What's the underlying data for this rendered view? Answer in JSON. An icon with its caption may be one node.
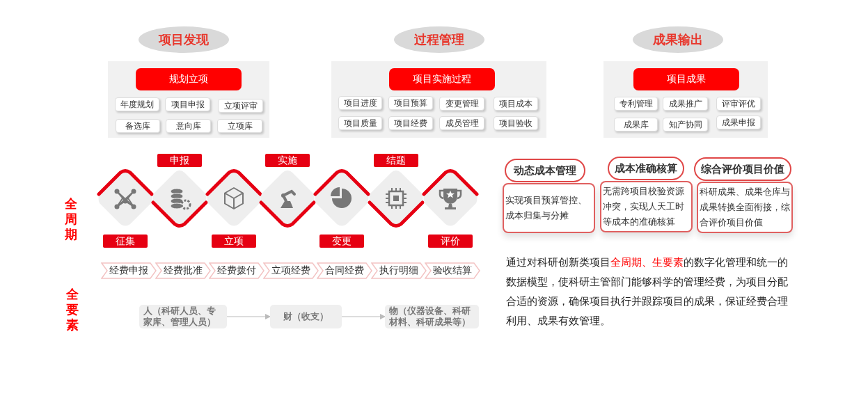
{
  "diagram": {
    "nodes": [
      {
        "text": [
          "项目发现"
        ]
      },
      {
        "text": [],
        "shape": "box"
      },
      {
        "text": [
          "规划立项"
        ],
        "in": 1
      },
      {
        "text": [
          "年度规划"
        ],
        "in": 1
      },
      {
        "text": [
          "项目申报"
        ],
        "in": 1
      },
      {
        "text": [
          "立项评审"
        ],
        "in": 1
      },
      {
        "text": [
          "备选库"
        ],
        "in": 1
      },
      {
        "text": [
          "意向库"
        ],
        "in": 1
      },
      {
        "text": [
          "立项库"
        ],
        "in": 1
      },
      {
        "text": [
          "过程管理"
        ]
      },
      {
        "text": [],
        "shape": "box"
      },
      {
        "text": [
          "项目实施过程"
        ],
        "in": 10
      },
      {
        "text": [
          "项目进度"
        ],
        "in": 10
      },
      {
        "text": [
          "项目预算"
        ],
        "in": 10
      },
      {
        "text": [
          "变更管理"
        ],
        "in": 10
      },
      {
        "text": [
          "项目成本"
        ],
        "in": 10
      },
      {
        "text": [
          "项目质量"
        ],
        "in": 10
      },
      {
        "text": [
          "项目经费"
        ],
        "in": 10
      },
      {
        "text": [
          "成员管理"
        ],
        "in": 10
      },
      {
        "text": [
          "项目验收"
        ],
        "in": 10
      },
      {
        "text": [
          "成果输出"
        ]
      },
      {
        "text": [],
        "shape": "box"
      },
      {
        "text": [
          "项目成果"
        ],
        "in": 21
      },
      {
        "text": [
          "专利管理"
        ],
        "in": 21
      },
      {
        "text": [
          "成果推广"
        ],
        "in": 21
      },
      {
        "text": [
          "评审评优"
        ],
        "in": 21
      },
      {
        "text": [
          "成果库"
        ],
        "in": 21
      },
      {
        "text": [
          "知产协同"
        ],
        "in": 21
      },
      {
        "text": [
          "成果申报"
        ],
        "in": 21
      },
      {
        "text": [],
        "shape": "diamond"
      },
      {
        "text": [],
        "shape": "diamond"
      },
      {
        "text": [],
        "shape": "diamond"
      },
      {
        "text": [],
        "shape": "diamond"
      },
      {
        "text": [],
        "shape": "diamond"
      },
      {
        "text": [],
        "shape": "diamond"
      },
      {
        "text": [],
        "shape": "diamond"
      },
      {
        "text": [
          "征集"
        ]
      },
      {
        "text": [
          "申报"
        ]
      },
      {
        "text": [
          "立项"
        ]
      },
      {
        "text": [
          "实施"
        ]
      },
      {
        "text": [
          "变更"
        ]
      },
      {
        "text": [
          "结题"
        ]
      },
      {
        "text": [
          "评价"
        ]
      },
      {
        "text": [
          "经费申报"
        ]
      },
      {
        "text": [
          "经费批准"
        ]
      },
      {
        "text": [
          "经费拨付"
        ]
      },
      {
        "text": [
          "立项经费"
        ]
      },
      {
        "text": [
          "合同经费"
        ]
      },
      {
        "text": [
          "执行明细"
        ]
      },
      {
        "text": [
          "验收结算"
        ]
      },
      {
        "text": [
          "人（科研人员、专家库、管理人员）"
        ]
      },
      {
        "text": [
          "财（收支）"
        ]
      },
      {
        "text": [
          "物（仪器设备、科研材料、科研成果等）"
        ]
      },
      {
        "text": [
          "动态成本管理"
        ]
      },
      {
        "text": [
          "实现项目预算管控、成本归集与分摊"
        ]
      },
      {
        "text": [
          "成本准确核算"
        ]
      },
      {
        "text": [
          "无需跨项目校验资源冲突，实现人天工时等成本的准确核算"
        ]
      },
      {
        "text": [
          "综合评价项目价值"
        ]
      },
      {
        "text": [
          "科研成果、成果仓库与成果转换全面衔接，综合评价项目价值"
        ]
      }
    ],
    "edges": [
      {
        "from": 50,
        "to": 51,
        "arrow": "to"
      },
      {
        "from": 51,
        "to": 52,
        "arrow": "to"
      }
    ],
    "labels": [
      "全周期",
      "全要素",
      "通过对科研创新类项目**全周期、生要素**的数字化管理和统一的数据模型，使科研主管部门能够科学的管理经费，为项目分配合适的资源，确保项目执行并跟踪项目的成果，保证经费合理利用、成果有效管理。"
    ]
  }
}
